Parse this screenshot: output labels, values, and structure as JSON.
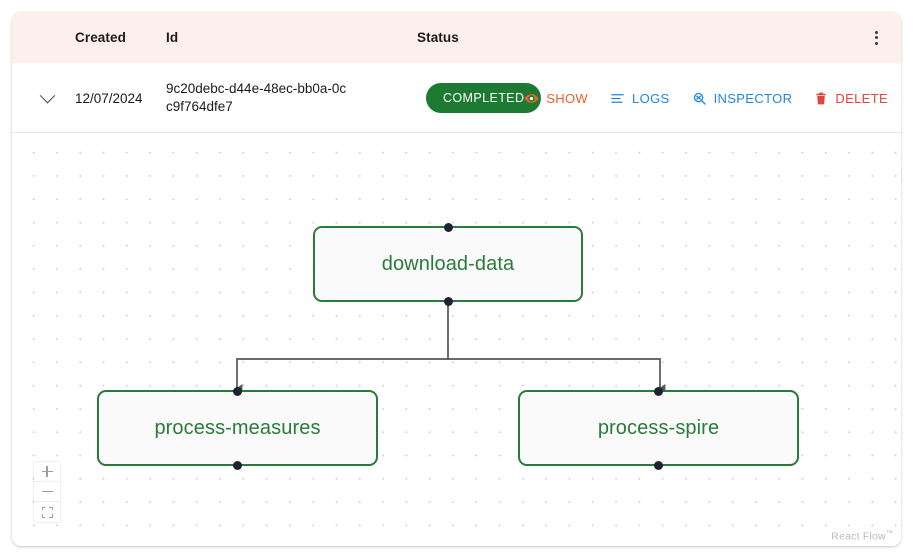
{
  "table": {
    "columns": [
      "Created",
      "Id",
      "Status"
    ],
    "menu_icon": "more-vertical-icon",
    "row": {
      "expand_icon": "chevron-down-icon",
      "created": "12/07/2024",
      "id": "9c20debc-d44e-48ec-bb0a-0cc9f764dfe7",
      "status": "COMPLETED",
      "status_color": "#1D7A33",
      "actions": [
        {
          "label": "SHOW",
          "icon": "eye-icon",
          "color": "#E8632A"
        },
        {
          "label": "LOGS",
          "icon": "list-icon",
          "color": "#1F86E0"
        },
        {
          "label": "INSPECTOR",
          "icon": "magnifier-icon",
          "color": "#1F86E0"
        },
        {
          "label": "DELETE",
          "icon": "trash-icon",
          "color": "#E3453E"
        }
      ]
    }
  },
  "flow": {
    "node_border_color": "#2A7B3A",
    "node_text_color": "#2A7B3A",
    "edge_color": "#555555",
    "nodes": [
      {
        "id": "download-data",
        "label": "download-data"
      },
      {
        "id": "process-measures",
        "label": "process-measures"
      },
      {
        "id": "process-spire",
        "label": "process-spire"
      }
    ],
    "edges": [
      {
        "source": "download-data",
        "target": "process-measures"
      },
      {
        "source": "download-data",
        "target": "process-spire"
      }
    ],
    "controls": [
      {
        "name": "zoom-in",
        "icon": "plus-icon"
      },
      {
        "name": "zoom-out",
        "icon": "minus-icon"
      },
      {
        "name": "fit-view",
        "icon": "fit-view-icon"
      }
    ],
    "attribution": "React Flow"
  }
}
